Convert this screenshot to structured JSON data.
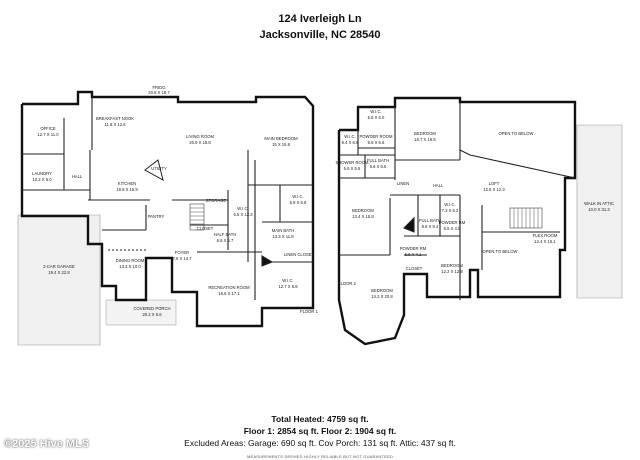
{
  "header": {
    "address_line1": "124 Iverleigh Ln",
    "address_line2": "Jacksonville, NC 28540"
  },
  "floor1": {
    "label": "FLOOR 1",
    "rooms": [
      {
        "name": "OFFICE",
        "dims": "12.7 X 11.0"
      },
      {
        "name": "LAUNDRY",
        "dims": "10.2 X 6.0"
      },
      {
        "name": "HALL",
        "dims": ""
      },
      {
        "name": "BREAKFAST NOOK",
        "dims": "11.8 X 12.6"
      },
      {
        "name": "FRIDG",
        "dims": "20.8 X 18.7"
      },
      {
        "name": "LIVING ROOM",
        "dims": "20.9 X 18.8"
      },
      {
        "name": "MAIN BEDROOM",
        "dims": "15 X 16.8"
      },
      {
        "name": "UTILITY",
        "dims": ""
      },
      {
        "name": "KITCHEN",
        "dims": "19.8 X 15.9"
      },
      {
        "name": "PANTRY",
        "dims": ""
      },
      {
        "name": "STORAGE",
        "dims": ""
      },
      {
        "name": "W.I.C.",
        "dims": "6.5 X 12.3"
      },
      {
        "name": "W.I.C.",
        "dims": "5.8 X 6.8"
      },
      {
        "name": "DINING ROOM",
        "dims": "13.3 X 10.0"
      },
      {
        "name": "HALF BATH",
        "dims": "6.6 X 5.7"
      },
      {
        "name": "CLOSET",
        "dims": ""
      },
      {
        "name": "MAIN BATH",
        "dims": "13.3 X 11.8"
      },
      {
        "name": "FOYER",
        "dims": "7.6 X 14.7"
      },
      {
        "name": "LINEN CLOSET",
        "dims": ""
      },
      {
        "name": "2-CAR GARAGE",
        "dims": "19.4 X 22.8"
      },
      {
        "name": "RECREATION ROOM",
        "dims": "16.6 X 17.1"
      },
      {
        "name": "W.I.C.",
        "dims": "12.7 X 6.8"
      },
      {
        "name": "COVERED PORCH",
        "dims": "20.2 X 6.6"
      }
    ]
  },
  "floor2": {
    "label": "FLOOR 2",
    "rooms": [
      {
        "name": "W.I.C.",
        "dims": "5.8 X 6.0"
      },
      {
        "name": "W.I.C.",
        "dims": "8.4 X 6.6"
      },
      {
        "name": "POWDER ROOM",
        "dims": "6.6 X 6.6"
      },
      {
        "name": "BEDROOM",
        "dims": "16.7 X 16.8"
      },
      {
        "name": "OPEN TO BELOW",
        "dims": ""
      },
      {
        "name": "SHOWER ROOM",
        "dims": "6.6 X 5.6"
      },
      {
        "name": "FULL BATH",
        "dims": "6.6 X 6.5"
      },
      {
        "name": "LINEN",
        "dims": ""
      },
      {
        "name": "HALL",
        "dims": ""
      },
      {
        "name": "LOFT",
        "dims": "12.8 X 12.3"
      },
      {
        "name": "BEDROOM",
        "dims": "13.4 X 15.8"
      },
      {
        "name": "W.I.C.",
        "dims": "7.3 X 6.2"
      },
      {
        "name": "FULL BATH",
        "dims": "8.8 X 8.4"
      },
      {
        "name": "POWDER RM",
        "dims": "6.6 X 4.8"
      },
      {
        "name": "WALK IN ATTIC",
        "dims": "10.0 X 31.3"
      },
      {
        "name": "FLEX ROOM",
        "dims": "12.4 X 15.1"
      },
      {
        "name": "POWDER RM",
        "dims": "6.6 X 4.1"
      },
      {
        "name": "OPEN TO BELOW",
        "dims": ""
      },
      {
        "name": "BEDROOM",
        "dims": "12.2 X 12.8"
      },
      {
        "name": "CLOSET",
        "dims": ""
      },
      {
        "name": "BEDROOM",
        "dims": "14.2 X 20.8"
      }
    ]
  },
  "summary": {
    "total": "Total Heated: 4759 sq ft.",
    "floors": "Floor 1: 2854 sq ft. Floor 2: 1904 sq ft.",
    "excluded": "Excluded Areas: Garage: 690 sq ft. Cov Porch: 131 sq ft. Attic: 437 sq ft.",
    "disclaimer": "MEASUREMENTS DEEMED HIGHLY RELIABLE BUT NOT GUARANTEED"
  },
  "watermark": "©2025 Hive MLS"
}
